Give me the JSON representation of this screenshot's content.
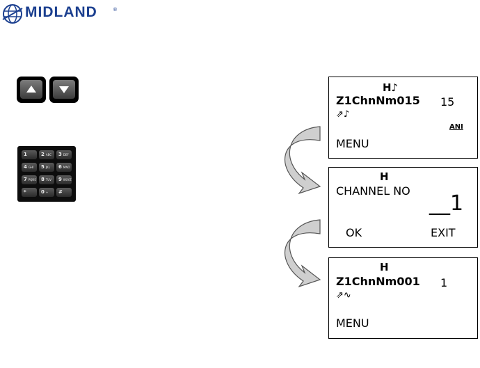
{
  "brand": {
    "logo_text": "MIDLAND",
    "trademark": "®"
  },
  "colors": {
    "brand": "#1b3f8f",
    "arrow_fill": "#cfcfcf",
    "screen_border": "#000000"
  },
  "nav_keys": [
    {
      "icon": "up-arrow-icon"
    },
    {
      "icon": "down-arrow-icon"
    }
  ],
  "keypad": {
    "keys": [
      {
        "num": "1",
        "sub": ""
      },
      {
        "num": "2",
        "sub": "ABC"
      },
      {
        "num": "3",
        "sub": "DEF"
      },
      {
        "num": "4",
        "sub": "GHI"
      },
      {
        "num": "5",
        "sub": "JKL"
      },
      {
        "num": "6",
        "sub": "MNO"
      },
      {
        "num": "7",
        "sub": "PQRS"
      },
      {
        "num": "8",
        "sub": "TUV"
      },
      {
        "num": "9",
        "sub": "WXYZ"
      },
      {
        "num": "*",
        "sub": ""
      },
      {
        "num": "0",
        "sub": "+"
      },
      {
        "num": "#",
        "sub": ""
      }
    ]
  },
  "screens": {
    "one": {
      "indicator": "H♪",
      "channel_name": "Z1ChnNm015",
      "channel_num": "15",
      "icons": "⇗♪",
      "ani": "ANI",
      "softkey": "MENU"
    },
    "two": {
      "indicator": "H",
      "prompt": "CHANNEL  NO",
      "entry": "__1",
      "left_softkey": "OK",
      "right_softkey": "EXIT"
    },
    "three": {
      "indicator": "H",
      "channel_name": "Z1ChnNm001",
      "channel_num": "1",
      "icons": "⇗∿",
      "softkey": "MENU"
    }
  }
}
